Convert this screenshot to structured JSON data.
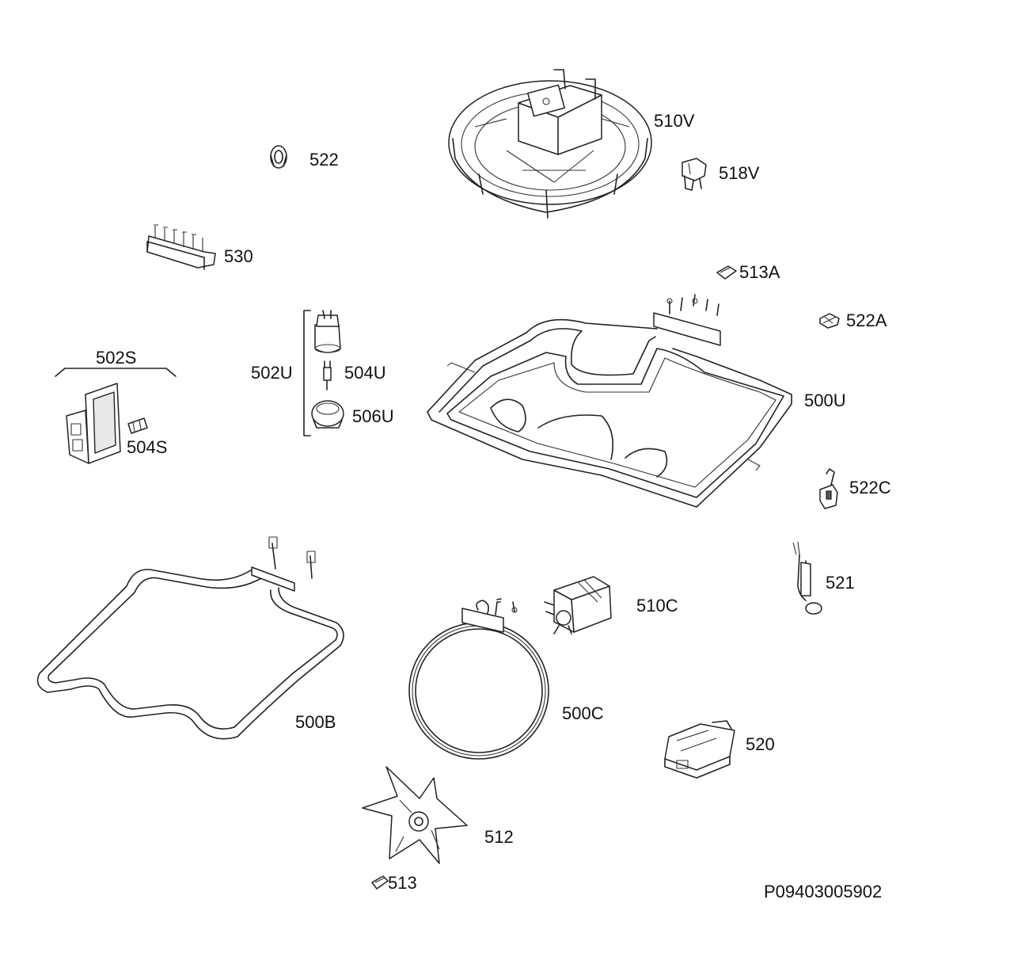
{
  "diagram": {
    "document_id": "P09403005902",
    "labels": {
      "p500U": "500U",
      "p500B": "500B",
      "p500C": "500C",
      "p502S": "502S",
      "p502U": "502U",
      "p504S": "504S",
      "p504U": "504U",
      "p506U": "506U",
      "p510V": "510V",
      "p510C": "510C",
      "p512": "512",
      "p513": "513",
      "p513A": "513A",
      "p518V": "518V",
      "p520": "520",
      "p521": "521",
      "p522": "522",
      "p522A": "522A",
      "p522C": "522C",
      "p530": "530"
    }
  }
}
